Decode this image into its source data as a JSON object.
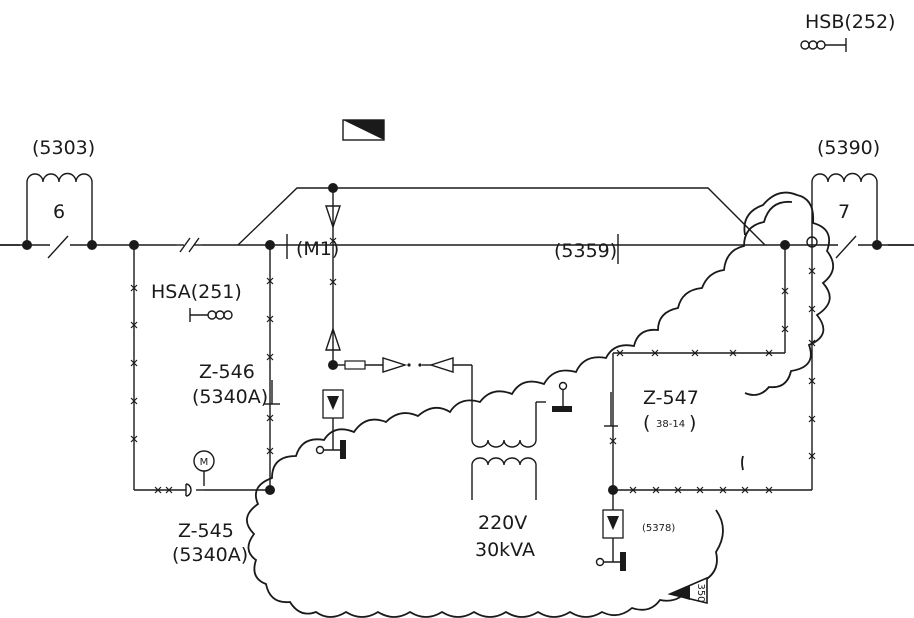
{
  "labels": {
    "hsb": "HSB(252)",
    "c5303": "(5303)",
    "c5390": "(5390)",
    "n6": "6",
    "n7": "7",
    "m1": "(M1)",
    "c5359": "(5359)",
    "hsa": "HSA(251)",
    "z546": "Z-546",
    "c5340a_1": "(5340A)",
    "z547": "Z-547",
    "c3814": "38-14",
    "z545": "Z-545",
    "c5340a_2": "(5340A)",
    "motor": "M",
    "voltage": "220V",
    "power": "30kVA",
    "c5378": "(5378)",
    "tag350": "350"
  },
  "colors": {
    "ink": "#1a1a1a",
    "background": "#ffffff"
  }
}
